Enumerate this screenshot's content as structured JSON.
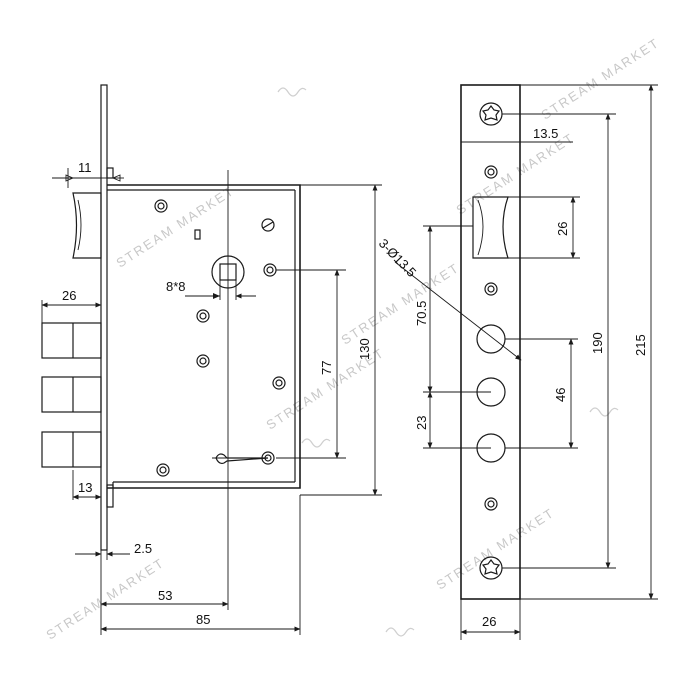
{
  "watermark": {
    "text": "STREAM MARKET"
  },
  "dimensions": {
    "backset_11": "11",
    "bolt_width_26": "26",
    "spindle_8x8": "8*8",
    "center_77": "77",
    "height_130": "130",
    "bolt_13": "13",
    "plate_2_5": "2.5",
    "backset_53": "53",
    "body_85": "85",
    "holes_3x13_5": "3-Ø13.5",
    "faceplate_13_5": "13.5",
    "latch_26": "26",
    "offset_70_5": "70.5",
    "spacing_23": "23",
    "spacing_46": "46",
    "screws_190": "190",
    "faceplate_215": "215",
    "faceplate_width_26": "26"
  }
}
